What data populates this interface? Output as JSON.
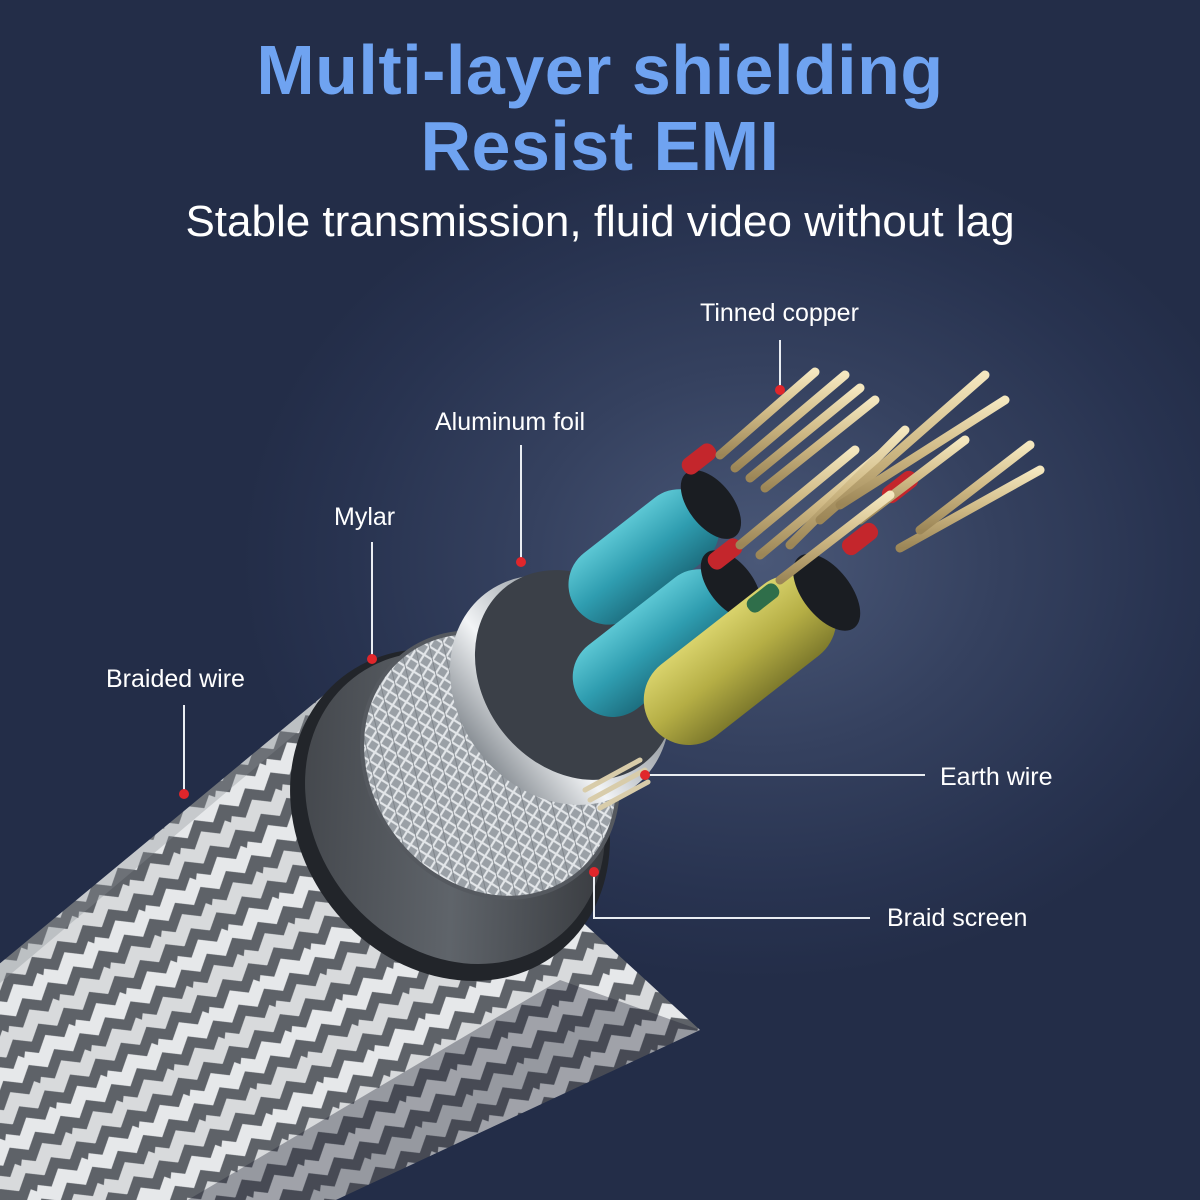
{
  "headline": {
    "line1": "Multi-layer shielding",
    "line2": "Resist EMI"
  },
  "subtitle": "Stable transmission, fluid video without lag",
  "callouts": {
    "tinned_copper": "Tinned copper",
    "aluminum_foil": "Aluminum foil",
    "mylar": "Mylar",
    "braided_wire": "Braided wire",
    "earth_wire": "Earth wire",
    "braid_screen": "Braid screen"
  },
  "colors": {
    "background": "#2a3550",
    "headline": "#6fa3f1",
    "text": "#ffffff",
    "marker": "#e0262b",
    "core_teal": "#3aa9b8",
    "core_yellow": "#c8c15a",
    "conductor": "#d9c896"
  }
}
